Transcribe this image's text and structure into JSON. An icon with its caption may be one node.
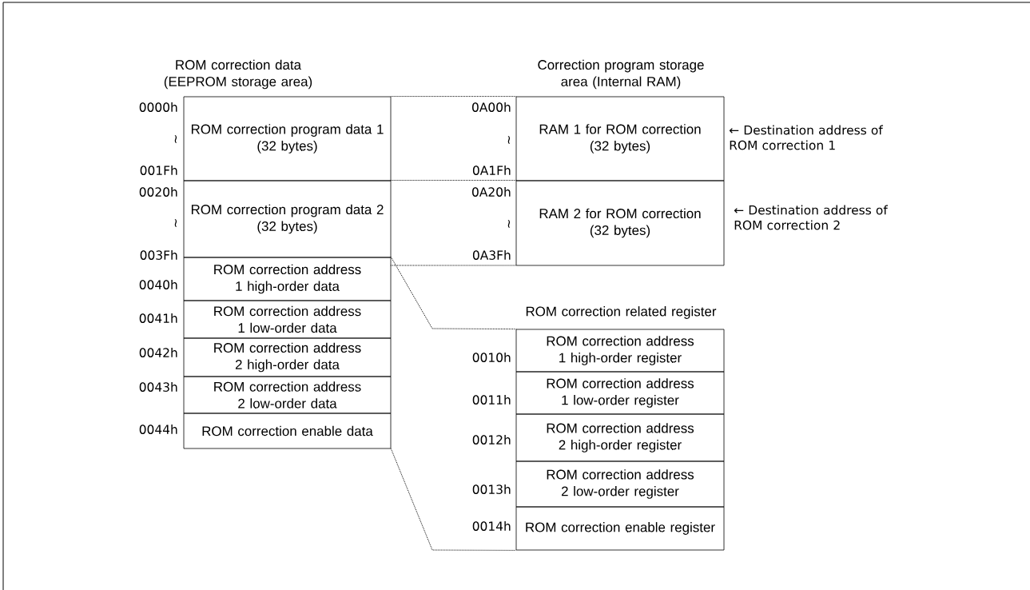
{
  "diagram": {
    "nodes": [
      {
        "text": [
          "ROM correction program data 1",
          "(32 bytes)"
        ],
        "beside": [
          "0000h",
          "≀",
          "001Fh"
        ]
      },
      {
        "text": [
          "ROM correction program data 2",
          "(32 bytes)"
        ],
        "beside": [
          "0020h",
          "≀",
          "003Fh"
        ]
      },
      {
        "text": [
          "ROM correction address 1 high-order data"
        ],
        "beside": [
          "0040h"
        ]
      },
      {
        "text": [
          "ROM correction address 1 low-order data"
        ],
        "beside": [
          "0041h"
        ]
      },
      {
        "text": [
          "ROM correction address 2 high-order data"
        ],
        "beside": [
          "0042h"
        ]
      },
      {
        "text": [
          "ROM correction address 2 low-order data"
        ],
        "beside": [
          "0043h"
        ]
      },
      {
        "text": [
          "ROM correction enable data"
        ],
        "beside": [
          "0044h"
        ]
      },
      {
        "text": [
          "RAM 1 for ROM correction",
          "(32 bytes)"
        ],
        "beside": [
          "0A00h",
          "≀",
          "0A1Fh",
          "← Destination address of ROM correction 1"
        ]
      },
      {
        "text": [
          "RAM 2 for ROM correction",
          "(32 bytes)"
        ],
        "beside": [
          "0A20h",
          "≀",
          "0A3Fh",
          "← Destination address of ROM correction 2"
        ]
      },
      {
        "text": [
          "ROM correction address 1 high-order register"
        ],
        "beside": [
          "0010h"
        ]
      },
      {
        "text": [
          "ROM correction address 1 low-order register"
        ],
        "beside": [
          "0011h"
        ]
      },
      {
        "text": [
          "ROM correction address 2 high-order register"
        ],
        "beside": [
          "0012h"
        ]
      },
      {
        "text": [
          "ROM correction address 2 low-order register"
        ],
        "beside": [
          "0013h"
        ]
      },
      {
        "text": [
          "ROM correction enable register"
        ],
        "beside": [
          "0014h"
        ]
      }
    ],
    "edges": [
      {
        "from": 0,
        "to": 7,
        "arrow": "none",
        "style": "dashed"
      },
      {
        "from": 1,
        "to": 8,
        "arrow": "none",
        "style": "dashed"
      },
      {
        "from": 2,
        "to": 9,
        "arrow": "none",
        "style": "dashed"
      },
      {
        "from": 6,
        "to": 13,
        "arrow": "none",
        "style": "dashed"
      }
    ],
    "labels": [
      "ROM correction data (EEPROM storage area)",
      "Correction program storage area (Internal RAM)",
      "ROM correction related register"
    ]
  }
}
